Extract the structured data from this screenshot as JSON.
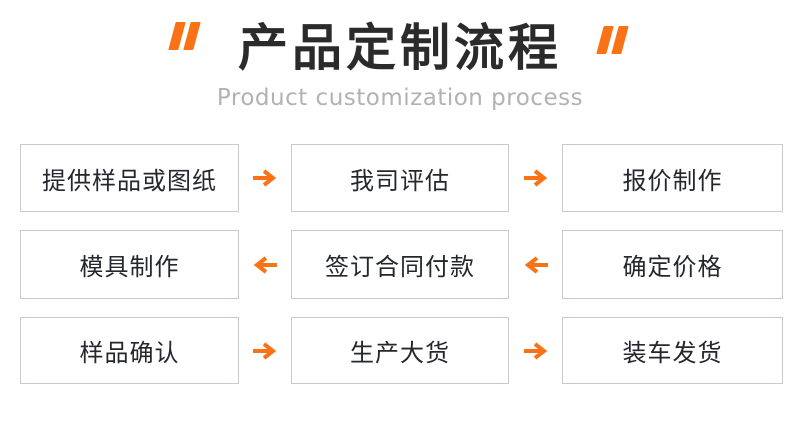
{
  "header": {
    "title": "产品定制流程",
    "subtitle": "Product customization process"
  },
  "colors": {
    "accent_orange": "#F97316",
    "box_border": "#C7CBD1",
    "title_text": "#2B2B2B",
    "subtitle_text": "#B2B2B5",
    "box_text": "#24272C"
  },
  "flow": {
    "rows": [
      {
        "direction": "right",
        "cells": [
          "提供样品或图纸",
          "我司评估",
          "报价制作"
        ]
      },
      {
        "direction": "left",
        "cells": [
          "模具制作",
          "签订合同付款",
          "确定价格"
        ]
      },
      {
        "direction": "right",
        "cells": [
          "样品确认",
          "生产大货",
          "装车发货"
        ]
      }
    ]
  }
}
